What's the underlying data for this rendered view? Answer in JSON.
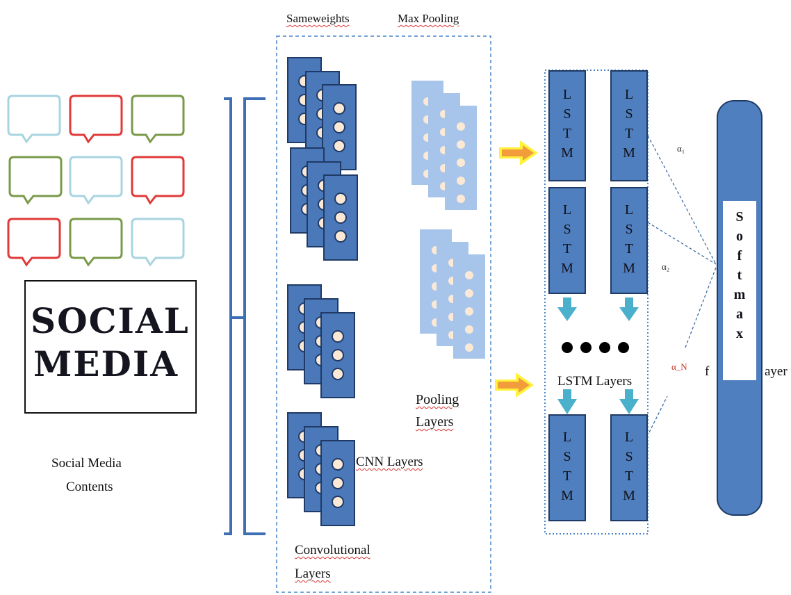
{
  "labels": {
    "same_weights": "Sameweights",
    "max_pooling": "Max Pooling",
    "social_media_title_line1": "SOCIAL",
    "social_media_title_line2": "MEDIA",
    "social_media_caption_line1": "Social Media",
    "social_media_caption_line2": "Contents",
    "pooling_layers_line1": "Pooling",
    "pooling_layers_line2": "Layers",
    "cnn_layers": "CNN Layers",
    "convolutional_layers_line1": "Convolutional",
    "convolutional_layers_line2": "Layers",
    "lstm_layers": "LSTM Layers",
    "final_layer_left": "f",
    "final_layer_right": "ayer"
  },
  "lstm_cell": {
    "letters": [
      "L",
      "S",
      "T",
      "M"
    ]
  },
  "softmax": {
    "letters": [
      "S",
      "o",
      "f",
      "t",
      "m",
      "a",
      "x"
    ]
  },
  "alphas": {
    "a1": "α₁",
    "a2": "α₂",
    "aN": "α_N"
  },
  "ellipsis": "● ● ● ●",
  "colors": {
    "cnn_fill": "#4a78b8",
    "cnn_border": "#1f3a66",
    "pool_fill": "#a7c4ea",
    "lstm_fill": "#4f7fbf",
    "arrow_orange": "#f39c3c",
    "arrow_yellow": "#fff23a",
    "down_arrow": "#4bb0cc",
    "bubble_blue": "#a8d4e0",
    "bubble_red": "#e03a3a",
    "bubble_green": "#7a9a4a"
  }
}
